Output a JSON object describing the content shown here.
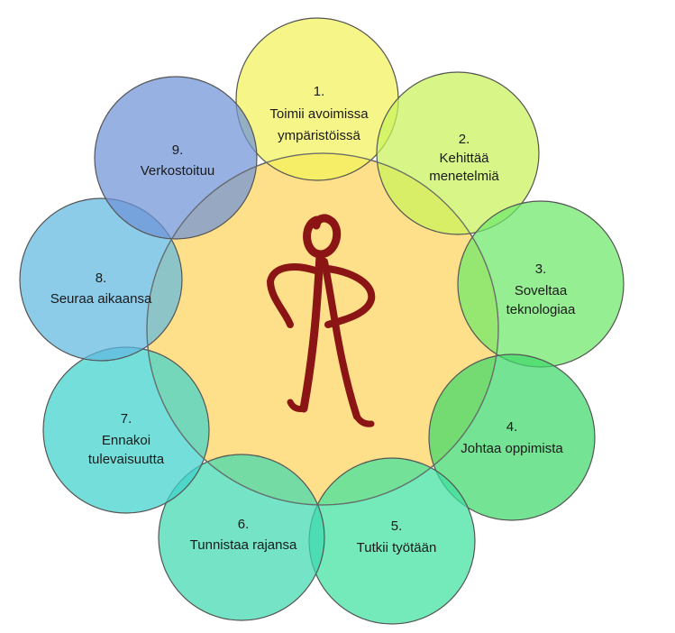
{
  "diagram": {
    "items": [
      {
        "number": "1.",
        "line1": "Toimii avoimissa",
        "line2": "ympäristöissä",
        "color": "#f2f25a"
      },
      {
        "number": "2.",
        "line1": "Kehittää",
        "line2": "menetelmiä",
        "color": "#c9f25a"
      },
      {
        "number": "3.",
        "line1": "Soveltaa",
        "line2": "teknologiaa",
        "color": "#6ee86a"
      },
      {
        "number": "4.",
        "line1": "Johtaa oppimista",
        "line2": "",
        "color": "#3ed86a"
      },
      {
        "number": "5.",
        "line1": "Tutkii työtään",
        "line2": "",
        "color": "#3ee0a0"
      },
      {
        "number": "6.",
        "line1": "Tunnistaa rajansa",
        "line2": "",
        "color": "#3ed8b0"
      },
      {
        "number": "7.",
        "line1": "Ennakoi",
        "line2": "tulevaisuutta",
        "color": "#3ed3cc"
      },
      {
        "number": "8.",
        "line1": "Seuraa aikaansa",
        "line2": "",
        "color": "#5fb8e0"
      },
      {
        "number": "9.",
        "line1": "Verkostoituu",
        "line2": "",
        "color": "#6f93d8"
      }
    ],
    "center_color": "#ffe08a",
    "figure": {
      "icon": "stick-figure-icon",
      "color": "#8b1515"
    }
  }
}
